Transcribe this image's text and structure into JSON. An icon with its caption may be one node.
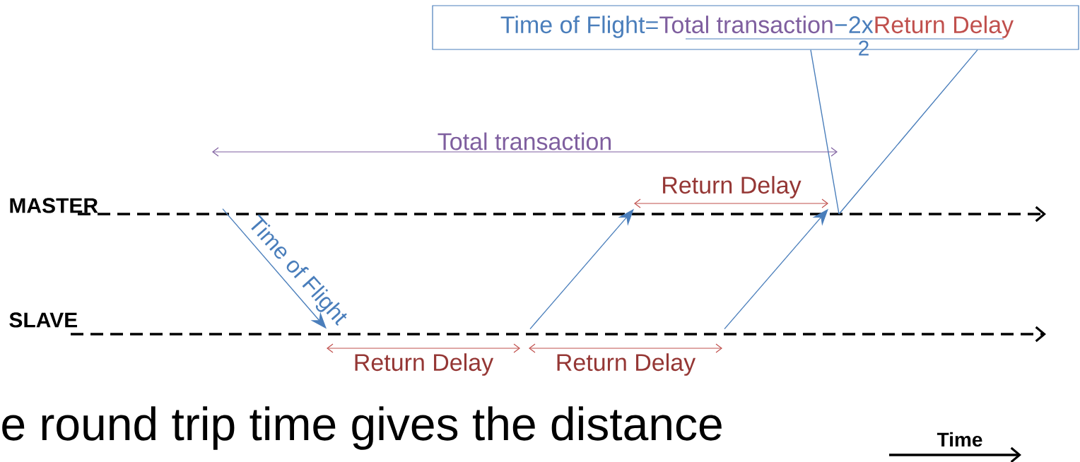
{
  "diagram": {
    "nodes": [
      {
        "text": [
          "Time of Flight=",
          "Total transaction",
          "−2x",
          "Return Delay",
          "2"
        ]
      },
      {
        "text": [
          "MASTER"
        ]
      },
      {
        "text": [
          "SLAVE"
        ]
      }
    ],
    "edges": [
      {
        "from": 0,
        "to": 1,
        "arrow": "none"
      },
      {
        "from": 1,
        "to": 2,
        "arrow": "to",
        "label": "Time of Flight"
      },
      {
        "from": 2,
        "to": 1,
        "arrow": "to"
      },
      {
        "from": 2,
        "to": 1,
        "arrow": "to"
      }
    ],
    "labels": [
      "Total transaction",
      "Return Delay",
      "Return Delay",
      "Return Delay",
      "e round trip time gives the distance",
      "Time"
    ]
  }
}
